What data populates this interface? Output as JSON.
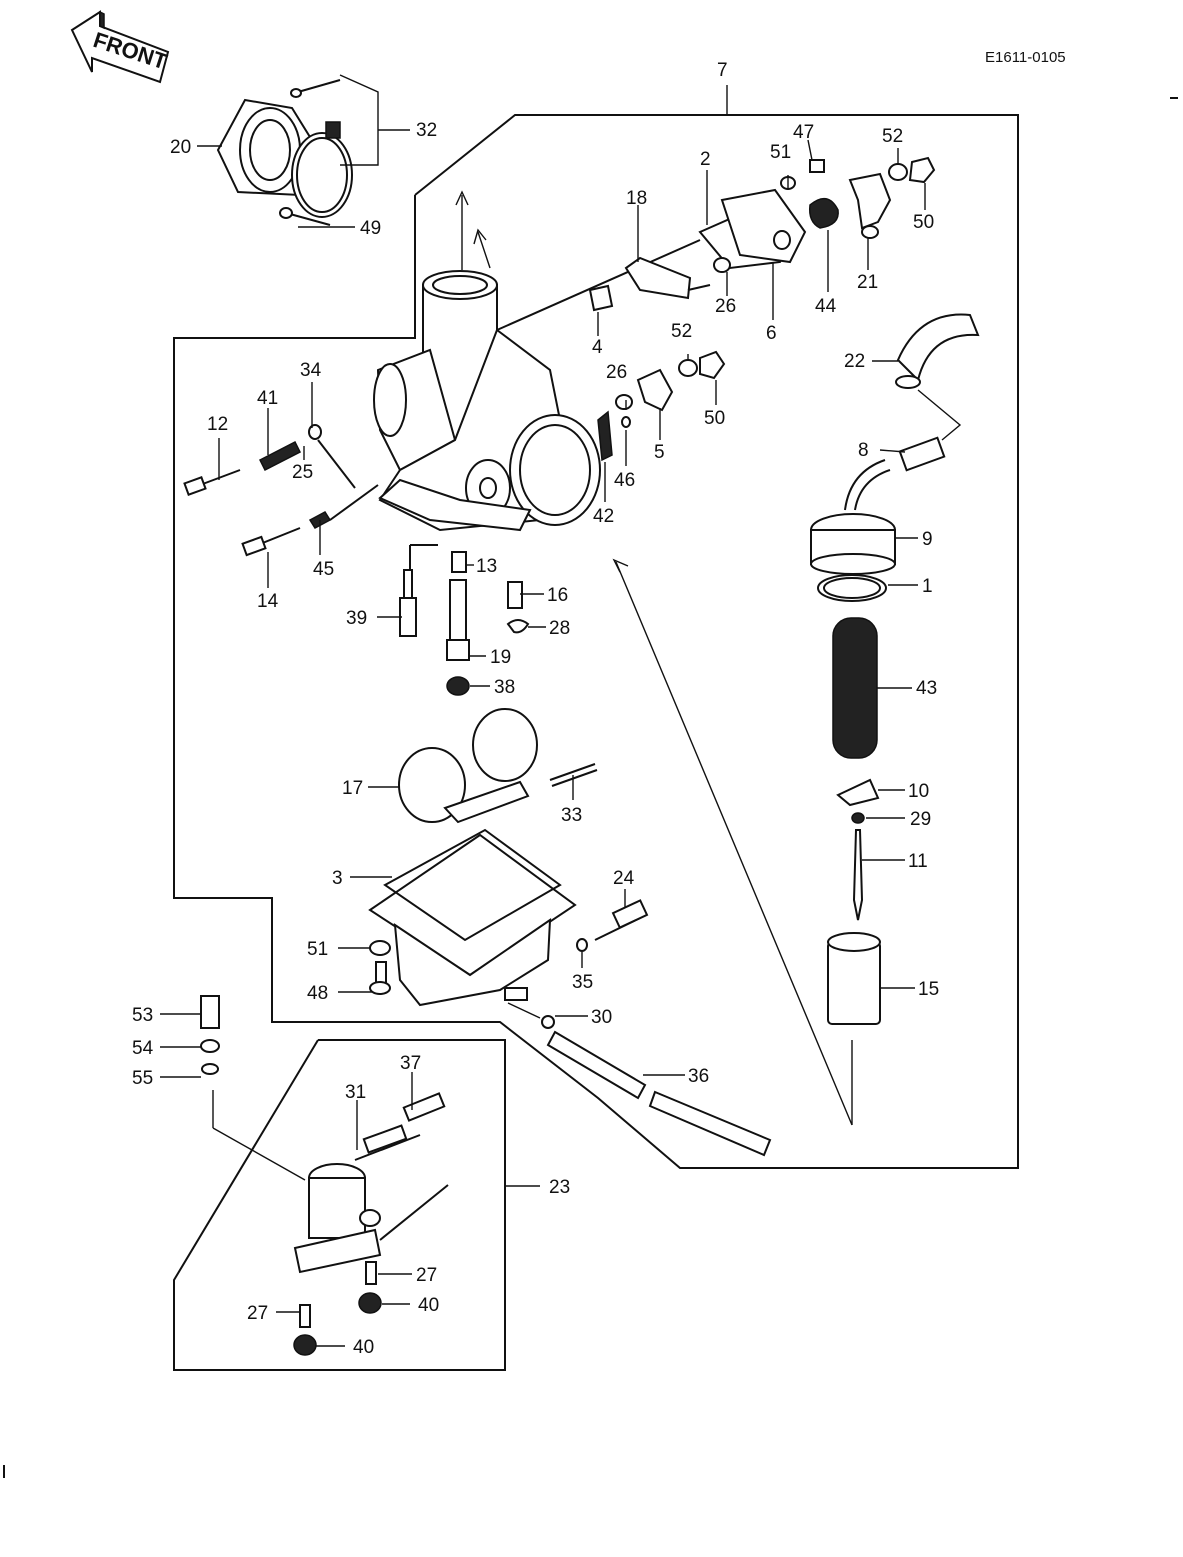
{
  "header": {
    "front_label": "FRONT",
    "drawing_code": "E1611-0105"
  },
  "callouts": {
    "p1": "1",
    "p2": "2",
    "p3": "3",
    "p4": "4",
    "p5": "5",
    "p6": "6",
    "p7": "7",
    "p8": "8",
    "p9": "9",
    "p10": "10",
    "p11": "11",
    "p12": "12",
    "p13": "13",
    "p14": "14",
    "p15": "15",
    "p16": "16",
    "p17": "17",
    "p18": "18",
    "p19": "19",
    "p20": "20",
    "p21": "21",
    "p22": "22",
    "p23": "23",
    "p24": "24",
    "p25": "25",
    "p26a": "26",
    "p26b": "26",
    "p27a": "27",
    "p27b": "27",
    "p28": "28",
    "p29": "29",
    "p30": "30",
    "p31": "31",
    "p32": "32",
    "p33": "33",
    "p34": "34",
    "p35": "35",
    "p36": "36",
    "p37": "37",
    "p38": "38",
    "p39": "39",
    "p40a": "40",
    "p40b": "40",
    "p41": "41",
    "p42": "42",
    "p43": "43",
    "p44": "44",
    "p45": "45",
    "p46": "46",
    "p47": "47",
    "p48": "48",
    "p49": "49",
    "p50a": "50",
    "p50b": "50",
    "p51a": "51",
    "p51b": "51",
    "p52a": "52",
    "p52b": "52",
    "p53": "53",
    "p54": "54",
    "p55": "55"
  }
}
